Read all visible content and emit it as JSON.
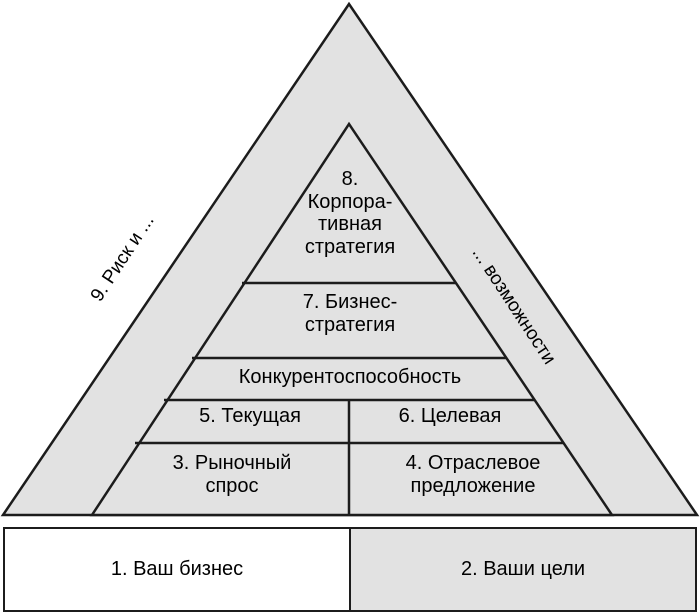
{
  "diagram": {
    "type": "pyramid-framework",
    "title_visible": false,
    "colors": {
      "fill_gray": "#e2e2e2",
      "fill_white": "#ffffff",
      "stroke": "#1c1c1c",
      "text": "#000000"
    },
    "levels": [
      {
        "id": "corporate-strategy",
        "number": "8.",
        "label": "8.\nКорпора-\nтивная\nстратегия"
      },
      {
        "id": "business-strategy",
        "number": "7.",
        "label": "7. Бизнес-\nстратегия"
      },
      {
        "id": "competitiveness",
        "number": "",
        "label": "Конкурентоспособность"
      },
      {
        "id": "current-state",
        "number": "5.",
        "label": "5. Текущая"
      },
      {
        "id": "target-state",
        "number": "6.",
        "label": "6. Целевая"
      },
      {
        "id": "market-demand",
        "number": "3.",
        "label": "3. Рыночный\nспрос"
      },
      {
        "id": "industry-supply",
        "number": "4.",
        "label": "4. Отраслевое\nпредложение"
      }
    ],
    "side_labels": {
      "left": "9. Риск и ...",
      "right": "... возможности"
    },
    "base_boxes": [
      {
        "id": "your-business",
        "number": "1.",
        "label": "1. Ваш бизнес",
        "background": "#ffffff"
      },
      {
        "id": "your-goals",
        "number": "2.",
        "label": "2. Ваши цели",
        "background": "#e2e2e2"
      }
    ]
  }
}
